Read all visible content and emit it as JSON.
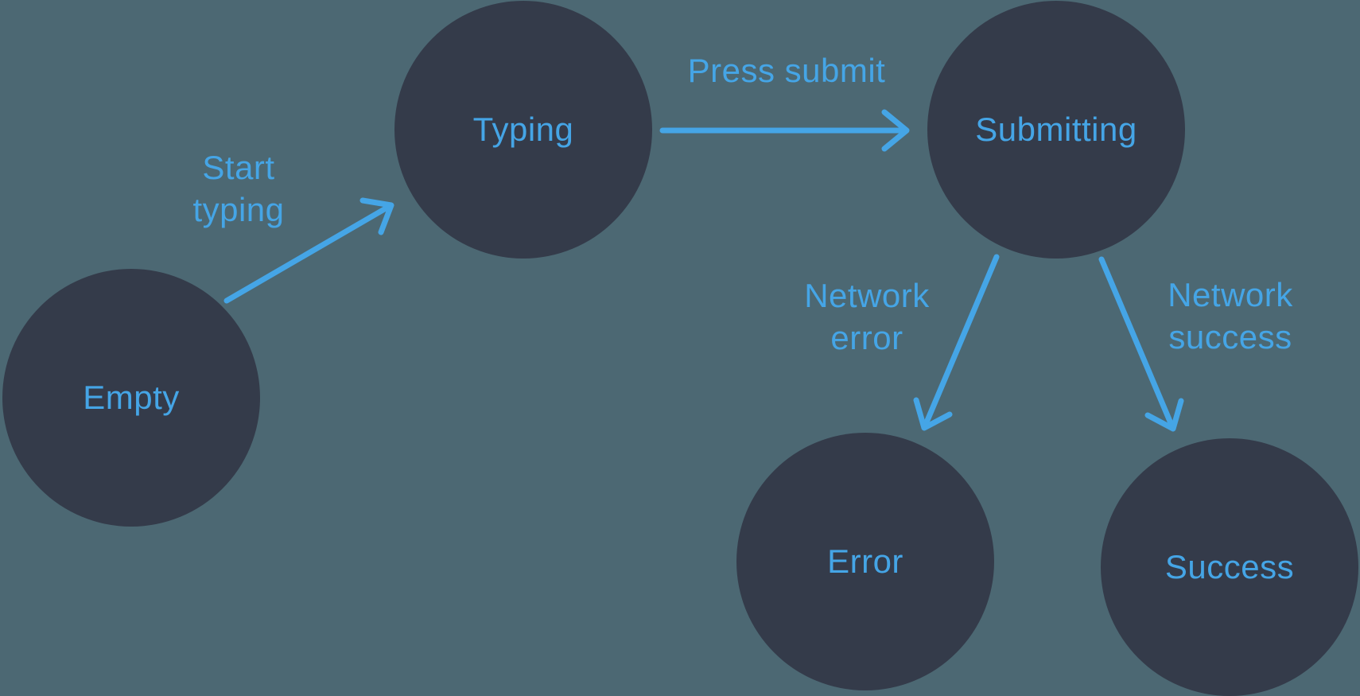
{
  "diagram": {
    "type": "state-machine",
    "nodes": [
      {
        "id": "empty",
        "label": "Empty"
      },
      {
        "id": "typing",
        "label": "Typing"
      },
      {
        "id": "submitting",
        "label": "Submitting"
      },
      {
        "id": "error",
        "label": "Error"
      },
      {
        "id": "success",
        "label": "Success"
      }
    ],
    "edges": [
      {
        "from": "empty",
        "to": "typing",
        "label": "Start typing",
        "label_lines": [
          "Start",
          "typing"
        ]
      },
      {
        "from": "typing",
        "to": "submitting",
        "label": "Press submit",
        "label_lines": [
          "Press submit"
        ]
      },
      {
        "from": "submitting",
        "to": "error",
        "label": "Network error",
        "label_lines": [
          "Network",
          "error"
        ]
      },
      {
        "from": "submitting",
        "to": "success",
        "label": "Network success",
        "label_lines": [
          "Network",
          "success"
        ]
      }
    ],
    "colors": {
      "background": "#4C6873",
      "node_fill": "#343B4A",
      "accent_blue": "#45A5E6"
    }
  }
}
